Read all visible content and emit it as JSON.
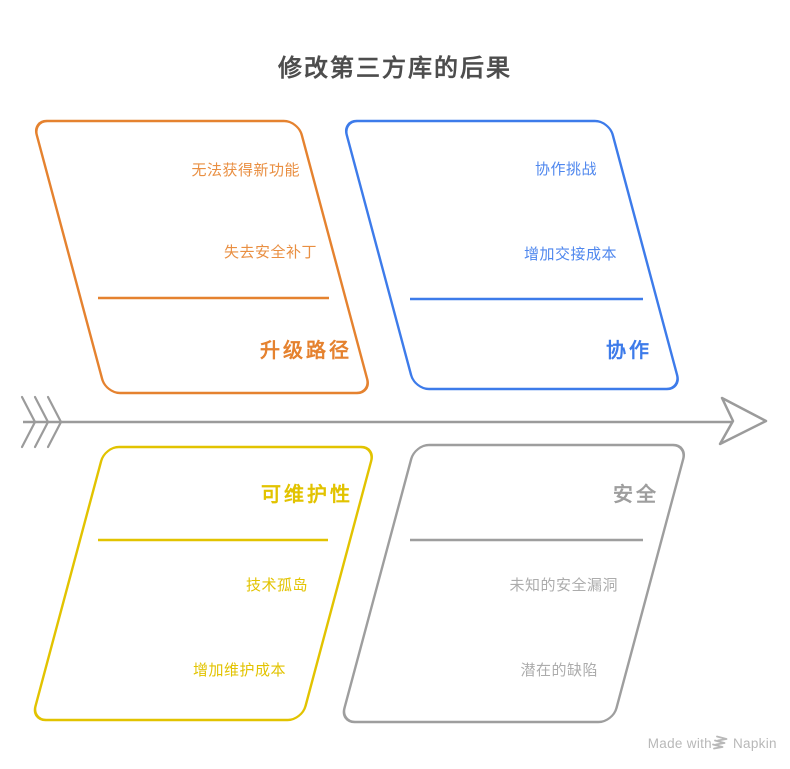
{
  "title": "修改第三方库的后果",
  "colors": {
    "title": "#4D4D4D",
    "axis": "#9B9B9B",
    "footer": "#B8B8B8",
    "background": "#FFFFFF"
  },
  "branches": [
    {
      "id": "upgrade-path",
      "position": "top-left",
      "color": "#E5822F",
      "item_color": "#E98F42",
      "title": "升级路径",
      "items": [
        "无法获得新功能",
        "失去安全补丁"
      ]
    },
    {
      "id": "collaboration",
      "position": "top-right",
      "color": "#3D7BEA",
      "item_color": "#4F87EE",
      "title": "协作",
      "items": [
        "协作挑战",
        "增加交接成本"
      ]
    },
    {
      "id": "maintainability",
      "position": "bottom-left",
      "color": "#E2C300",
      "item_color": "#E2C300",
      "title": "可维护性",
      "items": [
        "技术孤岛",
        "增加维护成本"
      ]
    },
    {
      "id": "security",
      "position": "bottom-right",
      "color": "#9E9E9E",
      "item_color": "#ACACAC",
      "title": "安全",
      "items": [
        "未知的安全漏洞",
        "潜在的缺陷"
      ]
    }
  ],
  "footer": {
    "made_with": "Made with",
    "brand": "Napkin"
  }
}
